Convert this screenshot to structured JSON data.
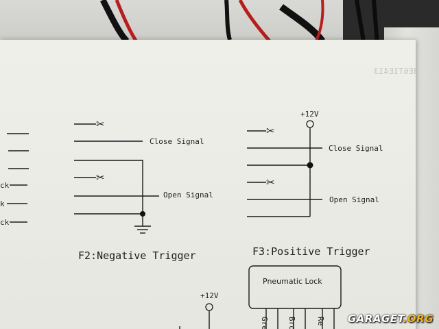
{
  "photo": {
    "ghost_text": "3E6T1E413",
    "watermark": {
      "main": "GARAGET",
      "suffix": ".ORG"
    }
  },
  "diagram_left": {
    "pin_labels": [
      "ck",
      "k",
      "ck"
    ]
  },
  "diagram_f2": {
    "close_label": "Close Signal",
    "open_label": "Open Signal",
    "caption": "F2:Negative Trigger"
  },
  "diagram_f3": {
    "supply_label": "+12V",
    "close_label": "Close Signal",
    "open_label": "Open Signal",
    "caption": "F3:Positive Trigger"
  },
  "diagram_bottom": {
    "supply_label": "+12V",
    "box_label": "Pneumatic Lock",
    "wire_labels": [
      "Gre",
      "Brov",
      "Re"
    ]
  }
}
